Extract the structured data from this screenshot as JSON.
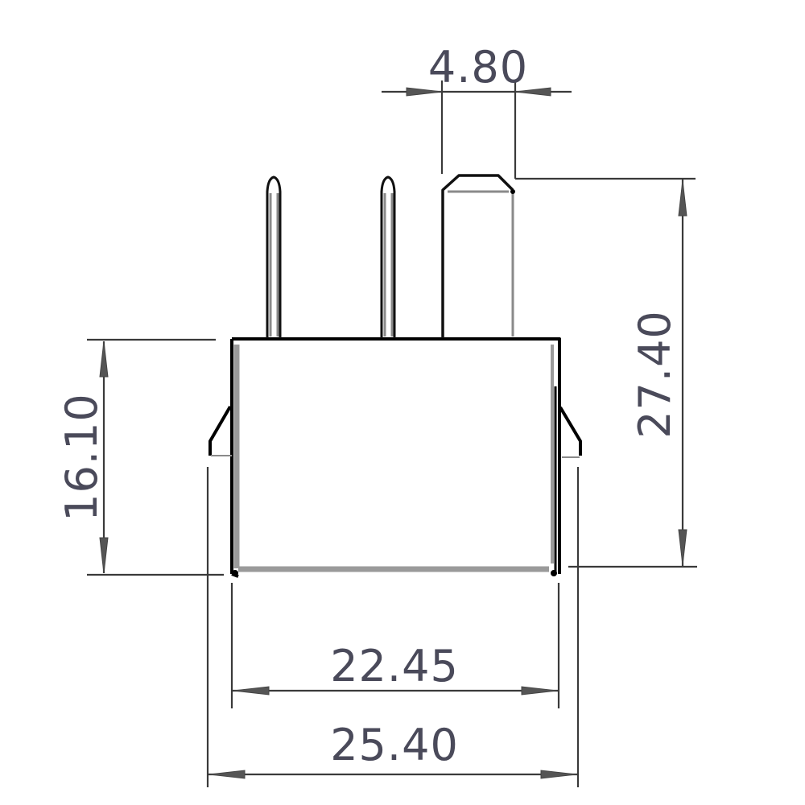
{
  "drawing": {
    "title": "Relay / connector dimensional drawing (side view)",
    "units": "mm",
    "colors": {
      "outline": "#000000",
      "dimension_line": "#3a3a3a",
      "dimension_text": "#4a4a5a",
      "hidden_edge": "#9a9a9a"
    },
    "dimensions": {
      "tab_width": {
        "label": "4.80",
        "orientation": "horizontal"
      },
      "overall_height": {
        "label": "27.40",
        "orientation": "vertical"
      },
      "body_height": {
        "label": "16.10",
        "orientation": "vertical"
      },
      "body_width": {
        "label": "22.45",
        "orientation": "horizontal"
      },
      "overall_width": {
        "label": "25.40",
        "orientation": "horizontal"
      }
    },
    "features": [
      {
        "name": "pin-left",
        "type": "round pin"
      },
      {
        "name": "pin-middle",
        "type": "round pin"
      },
      {
        "name": "tab-terminal",
        "type": "flat blade terminal, chamfered top"
      },
      {
        "name": "body",
        "type": "rectangular housing"
      },
      {
        "name": "latch-left",
        "type": "snap latch"
      },
      {
        "name": "latch-right",
        "type": "snap latch"
      }
    ]
  }
}
